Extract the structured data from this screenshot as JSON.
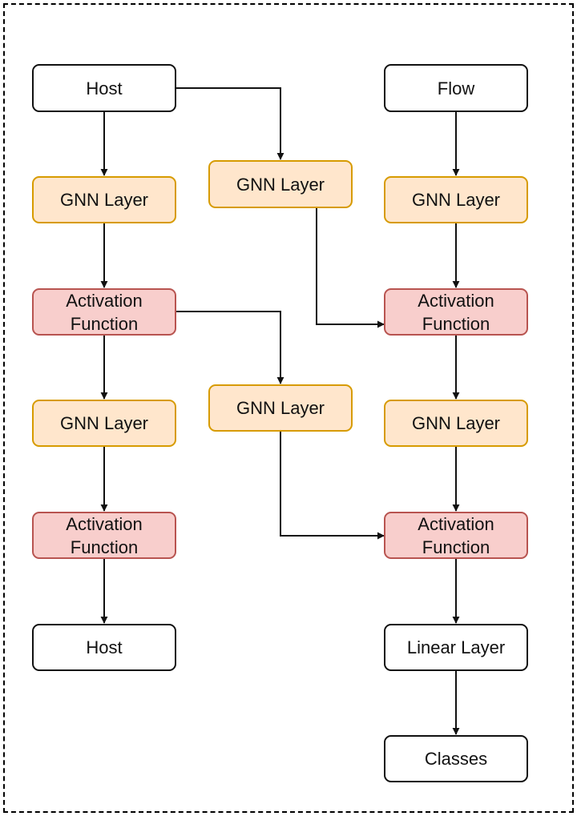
{
  "nodes": {
    "host_in": {
      "label": "Host",
      "kind": "plain"
    },
    "flow_in": {
      "label": "Flow",
      "kind": "plain"
    },
    "gnn_l1": {
      "label": "GNN Layer",
      "kind": "gnn"
    },
    "gnn_m1": {
      "label": "GNN Layer",
      "kind": "gnn"
    },
    "gnn_r1": {
      "label": "GNN Layer",
      "kind": "gnn"
    },
    "act_l1": {
      "label": "Activation\nFunction",
      "kind": "act"
    },
    "act_r1": {
      "label": "Activation\nFunction",
      "kind": "act"
    },
    "gnn_l2": {
      "label": "GNN Layer",
      "kind": "gnn"
    },
    "gnn_m2": {
      "label": "GNN Layer",
      "kind": "gnn"
    },
    "gnn_r2": {
      "label": "GNN Layer",
      "kind": "gnn"
    },
    "act_l2": {
      "label": "Activation\nFunction",
      "kind": "act"
    },
    "act_r2": {
      "label": "Activation\nFunction",
      "kind": "act"
    },
    "host_out": {
      "label": "Host",
      "kind": "plain"
    },
    "linear": {
      "label": "Linear Layer",
      "kind": "plain"
    },
    "classes": {
      "label": "Classes",
      "kind": "plain"
    }
  },
  "edges": [
    [
      "host_in",
      "gnn_l1"
    ],
    [
      "host_in",
      "gnn_m1"
    ],
    [
      "flow_in",
      "gnn_r1"
    ],
    [
      "gnn_l1",
      "act_l1"
    ],
    [
      "gnn_m1",
      "act_r1"
    ],
    [
      "gnn_r1",
      "act_r1"
    ],
    [
      "act_l1",
      "gnn_l2"
    ],
    [
      "act_l1",
      "gnn_m2"
    ],
    [
      "act_r1",
      "gnn_r2"
    ],
    [
      "gnn_l2",
      "act_l2"
    ],
    [
      "gnn_m2",
      "act_r2"
    ],
    [
      "gnn_r2",
      "act_r2"
    ],
    [
      "act_l2",
      "host_out"
    ],
    [
      "act_r2",
      "linear"
    ],
    [
      "linear",
      "classes"
    ]
  ],
  "colors": {
    "gnn_fill": "#ffe6cc",
    "gnn_stroke": "#d79b00",
    "act_fill": "#f8cecc",
    "act_stroke": "#b85450",
    "plain_fill": "#ffffff",
    "plain_stroke": "#111111",
    "edge": "#111111"
  }
}
